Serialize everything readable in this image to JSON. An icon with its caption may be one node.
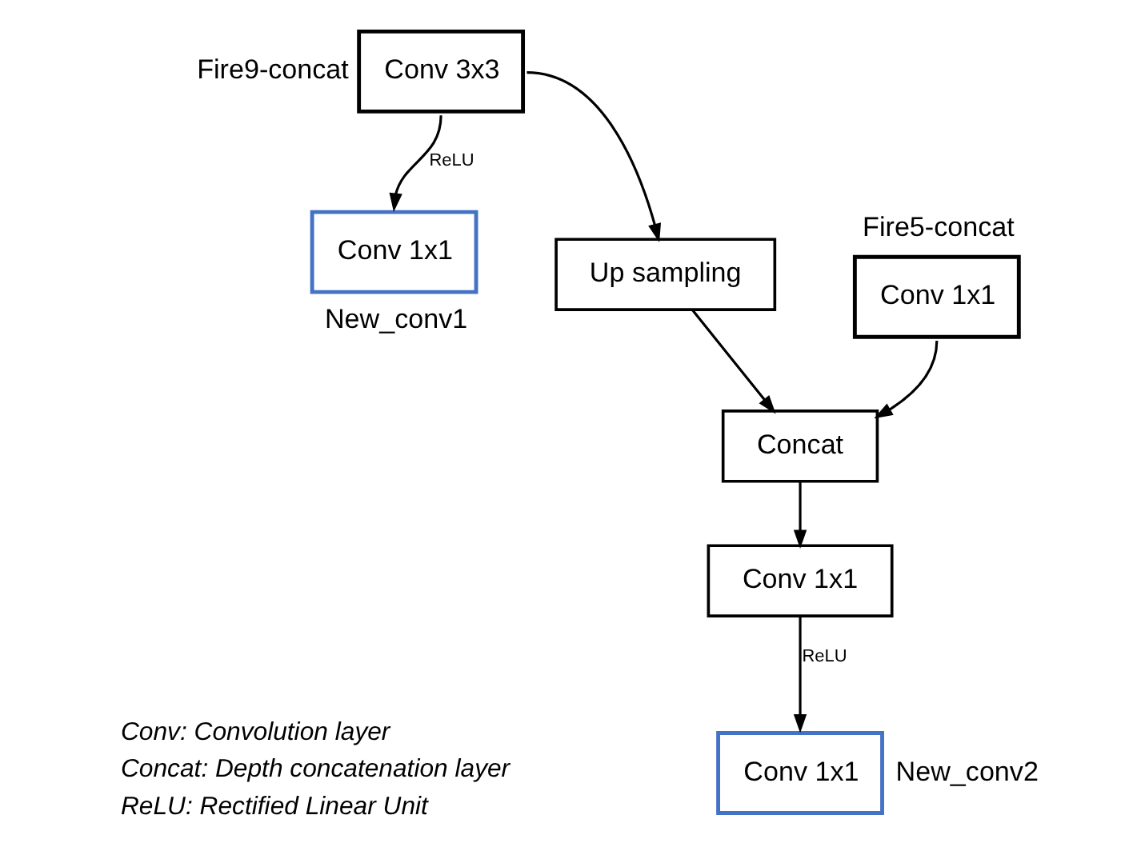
{
  "diagram": {
    "nodes": [
      {
        "text": [
          "Conv 3x3"
        ],
        "beside": [
          "Fire9-concat"
        ]
      },
      {
        "text": [
          "Conv 1x1"
        ],
        "beside": [
          "New_conv1"
        ]
      },
      {
        "text": [
          "Up sampling"
        ]
      },
      {
        "text": [
          "Conv 1x1"
        ],
        "beside": [
          "Fire5-concat"
        ]
      },
      {
        "text": [
          "Concat"
        ]
      },
      {
        "text": [
          "Conv 1x1"
        ]
      },
      {
        "text": [
          "Conv 1x1"
        ],
        "beside": [
          "New_conv2"
        ]
      }
    ],
    "edges": [
      {
        "from": 0,
        "to": 1,
        "arrow": "to",
        "label": "ReLU"
      },
      {
        "from": 0,
        "to": 2,
        "arrow": "to"
      },
      {
        "from": 2,
        "to": 4,
        "arrow": "to"
      },
      {
        "from": 3,
        "to": 4,
        "arrow": "to"
      },
      {
        "from": 4,
        "to": 5,
        "arrow": "to"
      },
      {
        "from": 5,
        "to": 6,
        "arrow": "to",
        "label": "ReLU"
      }
    ],
    "labels": [
      "Conv: Convolution layer",
      "Concat: Depth concatenation layer",
      "ReLU: Rectified Linear Unit"
    ]
  }
}
